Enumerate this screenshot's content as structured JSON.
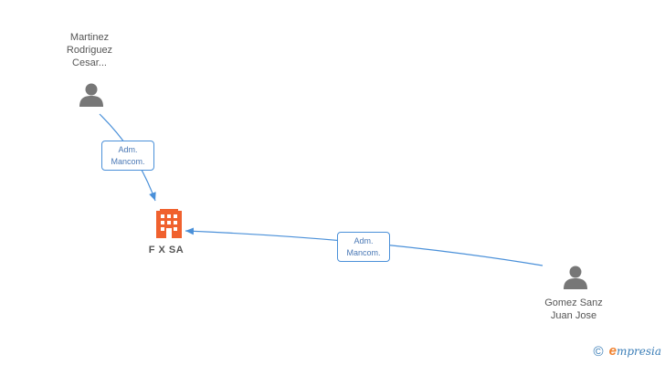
{
  "company": {
    "name": "F X SA",
    "icon": "building-icon",
    "color": "#f0612e"
  },
  "persons": [
    {
      "name": "Martinez\nRodriguez\nCesar...",
      "icon": "person-icon"
    },
    {
      "name": "Gomez Sanz\nJuan Jose",
      "icon": "person-icon"
    }
  ],
  "relations": [
    {
      "from": "Martinez Rodriguez Cesar...",
      "to": "F X SA",
      "role_line1": "Adm.",
      "role_line2": "Mancom."
    },
    {
      "from": "Gomez Sanz Juan Jose",
      "to": "F X SA",
      "role_line1": "Adm.",
      "role_line2": "Mancom."
    }
  ],
  "colors": {
    "edge": "#4a90d9",
    "person": "#777777",
    "company": "#f0612e"
  },
  "brand": {
    "copyright": "©",
    "name_initial": "e",
    "name_rest": "mpresia"
  }
}
